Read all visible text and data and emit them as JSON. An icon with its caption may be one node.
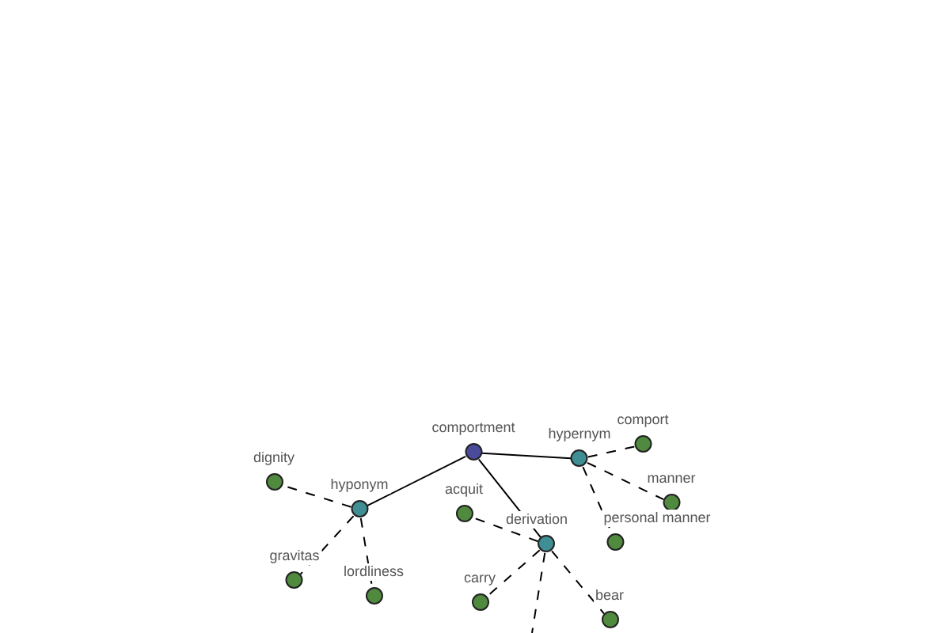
{
  "diagram": {
    "nodes": [
      {
        "text": [
          "comportment"
        ]
      },
      {
        "text": [
          "hypernym"
        ]
      },
      {
        "text": [
          "hyponym"
        ]
      },
      {
        "text": [
          "derivation"
        ]
      },
      {
        "text": [
          "dignity"
        ]
      },
      {
        "text": [
          "gravitas"
        ]
      },
      {
        "text": [
          "lordliness"
        ]
      },
      {
        "text": [
          "comport"
        ]
      },
      {
        "text": [
          "manner"
        ]
      },
      {
        "text": [
          "personal manner"
        ]
      },
      {
        "text": [
          "acquit"
        ]
      },
      {
        "text": [
          "carry"
        ]
      },
      {
        "text": [
          "bear"
        ]
      }
    ],
    "edges": [
      {
        "from": 0,
        "to": 1,
        "arrow": "none"
      },
      {
        "from": 0,
        "to": 2,
        "arrow": "none"
      },
      {
        "from": 0,
        "to": 3,
        "arrow": "none"
      },
      {
        "from": 2,
        "to": 4,
        "arrow": "none",
        "style": "dashed"
      },
      {
        "from": 2,
        "to": 5,
        "arrow": "none",
        "style": "dashed"
      },
      {
        "from": 2,
        "to": 6,
        "arrow": "none",
        "style": "dashed"
      },
      {
        "from": 1,
        "to": 7,
        "arrow": "none",
        "style": "dashed"
      },
      {
        "from": 1,
        "to": 8,
        "arrow": "none",
        "style": "dashed"
      },
      {
        "from": 1,
        "to": 9,
        "arrow": "none",
        "style": "dashed"
      },
      {
        "from": 3,
        "to": 10,
        "arrow": "none",
        "style": "dashed"
      },
      {
        "from": 3,
        "to": 11,
        "arrow": "none",
        "style": "dashed"
      },
      {
        "from": 3,
        "to": 12,
        "arrow": "none",
        "style": "dashed"
      },
      {
        "from": 3,
        "to": null,
        "arrow": "none",
        "style": "dashed"
      }
    ]
  }
}
